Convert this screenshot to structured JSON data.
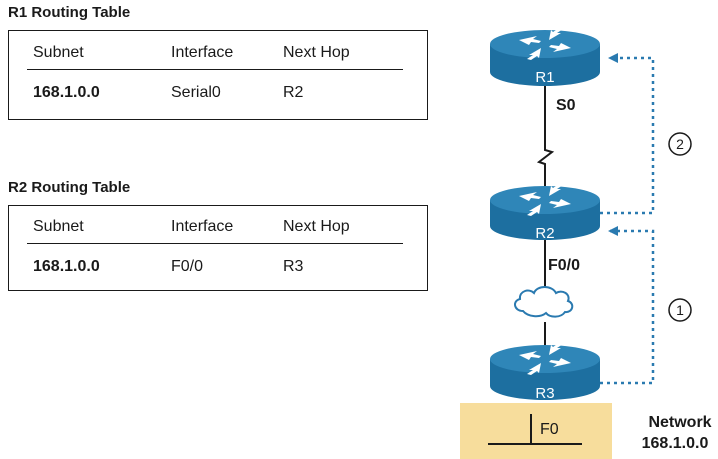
{
  "tables": [
    {
      "title": "R1 Routing Table",
      "headers": {
        "subnet": "Subnet",
        "interface": "Interface",
        "next_hop": "Next Hop"
      },
      "row": {
        "subnet": "168.1.0.0",
        "interface": "Serial0",
        "next_hop": "R2"
      }
    },
    {
      "title": "R2 Routing Table",
      "headers": {
        "subnet": "Subnet",
        "interface": "Interface",
        "next_hop": "Next Hop"
      },
      "row": {
        "subnet": "168.1.0.0",
        "interface": "F0/0",
        "next_hop": "R3"
      }
    }
  ],
  "routers": [
    "R1",
    "R2",
    "R3"
  ],
  "interfaces": {
    "r1_serial": "S0",
    "r2_lan": "F0/0",
    "r3_lan": "F0"
  },
  "steps": [
    "1",
    "2"
  ],
  "network_label": {
    "line1": "Network",
    "line2": "168.1.0.0"
  },
  "colors": {
    "router_body": "#1d6fa0",
    "router_top": "#2f86b8",
    "arrow": "#2a7ab0",
    "network_area": "#f7dd9c"
  }
}
